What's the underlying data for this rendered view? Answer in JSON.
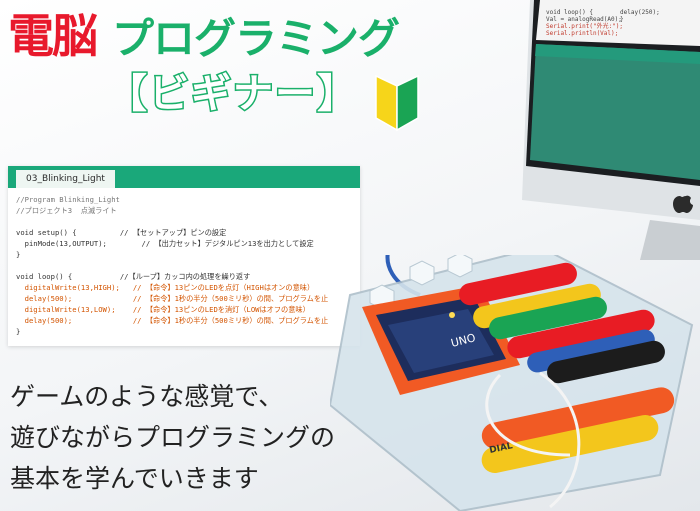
{
  "title": {
    "kanji": "電脳",
    "kana": "プログラミング",
    "sub": "【ビギナー】"
  },
  "beginner_mark_colors": {
    "left": "#f6d51a",
    "right": "#1aa454"
  },
  "code": {
    "tab_label": "03_Blinking_Light",
    "lines": [
      "//Program Blinking_Light",
      "//プロジェクト3  点滅ライト",
      "",
      "void setup() {          // 【セットアップ】ピンの設定",
      "  pinMode(13,OUTPUT);        // 【出力セット】デジタルピン13を出力として設定",
      "}",
      "",
      "void loop() {           //【ループ】カッコ内の処理を繰り返す",
      "  digitalWrite(13,HIGH);   // 【命令】13ピンのLEDを点灯（HIGHはオンの意味）",
      "  delay(500);              // 【命令】1秒の半分（500ミリ秒）の間、プログラムを止",
      "  digitalWrite(13,LOW);    // 【命令】13ピンのLEDを消灯（LOWはオフの意味）",
      "  delay(500);              // 【命令】1秒の半分（500ミリ秒）の間、プログラムを止",
      "}"
    ]
  },
  "monitor_code": [
    "void loop() {",
    "  Val = analogRead(A0);",
    "  Serial.print(\"外光:\");",
    "  Serial.println(Val);",
    "  delay(250);",
    "}"
  ],
  "board_labels": {
    "dial": "DIAL",
    "arduino": "UNO"
  },
  "tagline": {
    "line1": "ゲームのような感覚で、",
    "line2": "遊びながらプログラミングの",
    "line3": "基本を学んでいきます"
  },
  "colors": {
    "title_red": "#e8192c",
    "title_green": "#1ab06a",
    "code_tab_green": "#1aa87a",
    "board_orange": "#f15a24"
  }
}
